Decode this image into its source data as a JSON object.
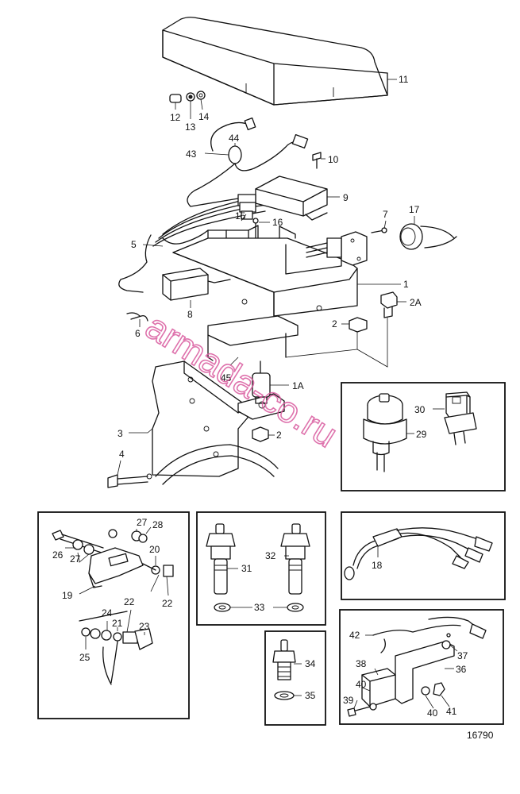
{
  "diagram": {
    "reference_number": "16790",
    "watermark": "armada-co.ru",
    "callouts": [
      {
        "id": "c11",
        "text": "11"
      },
      {
        "id": "c12",
        "text": "12"
      },
      {
        "id": "c13",
        "text": "13"
      },
      {
        "id": "c14",
        "text": "14"
      },
      {
        "id": "c44",
        "text": "44"
      },
      {
        "id": "c43",
        "text": "43"
      },
      {
        "id": "c10",
        "text": "10"
      },
      {
        "id": "c9",
        "text": "9"
      },
      {
        "id": "c15",
        "text": "15"
      },
      {
        "id": "c16",
        "text": "16"
      },
      {
        "id": "c7",
        "text": "7"
      },
      {
        "id": "c17",
        "text": "17"
      },
      {
        "id": "c5",
        "text": "5"
      },
      {
        "id": "c1",
        "text": "1"
      },
      {
        "id": "c2A",
        "text": "2A"
      },
      {
        "id": "c8",
        "text": "8"
      },
      {
        "id": "c2a",
        "text": "2"
      },
      {
        "id": "c6",
        "text": "6"
      },
      {
        "id": "c45",
        "text": "45"
      },
      {
        "id": "c1A",
        "text": "1A"
      },
      {
        "id": "c3",
        "text": "3"
      },
      {
        "id": "c2b",
        "text": "2"
      },
      {
        "id": "c4",
        "text": "4"
      },
      {
        "id": "c30",
        "text": "30"
      },
      {
        "id": "c29",
        "text": "29"
      },
      {
        "id": "c27a",
        "text": "27"
      },
      {
        "id": "c28",
        "text": "28"
      },
      {
        "id": "c26",
        "text": "26"
      },
      {
        "id": "c20",
        "text": "20"
      },
      {
        "id": "c27b",
        "text": "27"
      },
      {
        "id": "c19",
        "text": "19"
      },
      {
        "id": "c22a",
        "text": "22"
      },
      {
        "id": "c22b",
        "text": "22"
      },
      {
        "id": "c24",
        "text": "24"
      },
      {
        "id": "c21",
        "text": "21"
      },
      {
        "id": "c23",
        "text": "23"
      },
      {
        "id": "c25",
        "text": "25"
      },
      {
        "id": "c31",
        "text": "31"
      },
      {
        "id": "c32",
        "text": "32"
      },
      {
        "id": "c33",
        "text": "33"
      },
      {
        "id": "c18",
        "text": "18"
      },
      {
        "id": "c34",
        "text": "34"
      },
      {
        "id": "c35",
        "text": "35"
      },
      {
        "id": "c42",
        "text": "42"
      },
      {
        "id": "c37",
        "text": "37"
      },
      {
        "id": "c38",
        "text": "38"
      },
      {
        "id": "c36",
        "text": "36"
      },
      {
        "id": "c40a",
        "text": "40"
      },
      {
        "id": "c39",
        "text": "39"
      },
      {
        "id": "c40b",
        "text": "40"
      },
      {
        "id": "c41",
        "text": "41"
      }
    ]
  }
}
